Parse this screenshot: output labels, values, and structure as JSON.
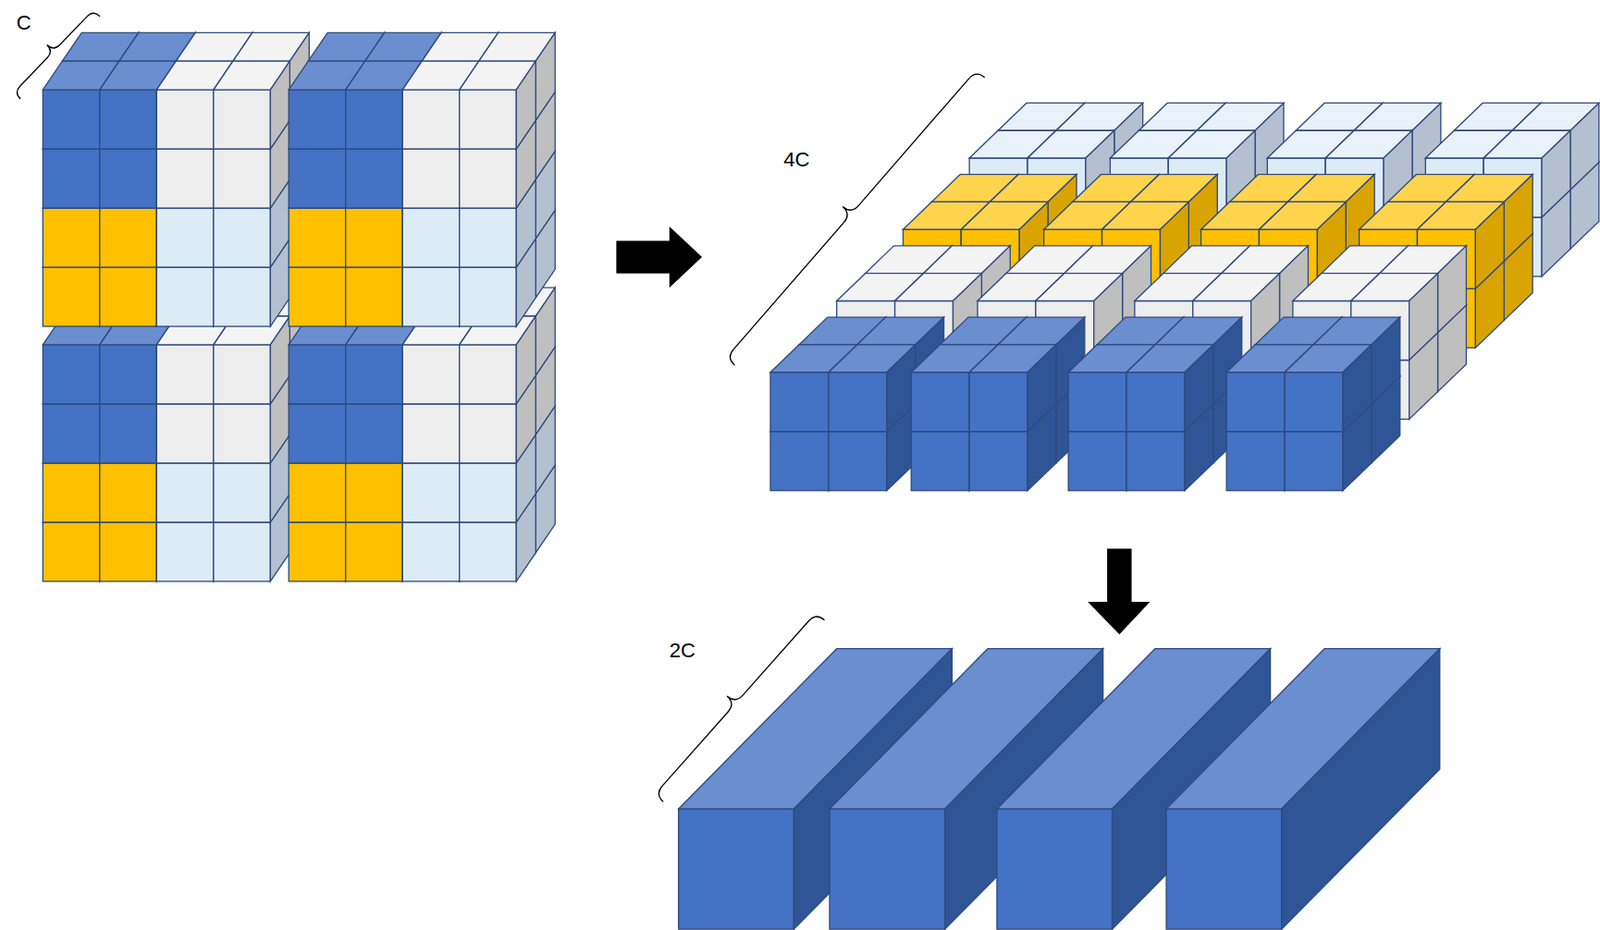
{
  "diagram": {
    "labels": [
      "C",
      "4C",
      "2C"
    ]
  }
}
